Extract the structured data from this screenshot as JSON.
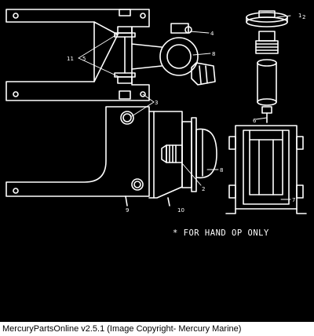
{
  "diagram": {
    "callouts": {
      "c1": "1",
      "c2a": "2",
      "c2b": "2",
      "c3": "3",
      "c4": "4",
      "c5": "5",
      "c6": "6",
      "c7": "7",
      "c8a": "8",
      "c8b": "8",
      "c9": "9",
      "c10": "10",
      "c11": "11"
    },
    "note": "* FOR HAND OP ONLY"
  },
  "footer": {
    "caption": "MercuryPartsOnline v2.5.1 (Image Copyright- Mercury Marine)"
  }
}
